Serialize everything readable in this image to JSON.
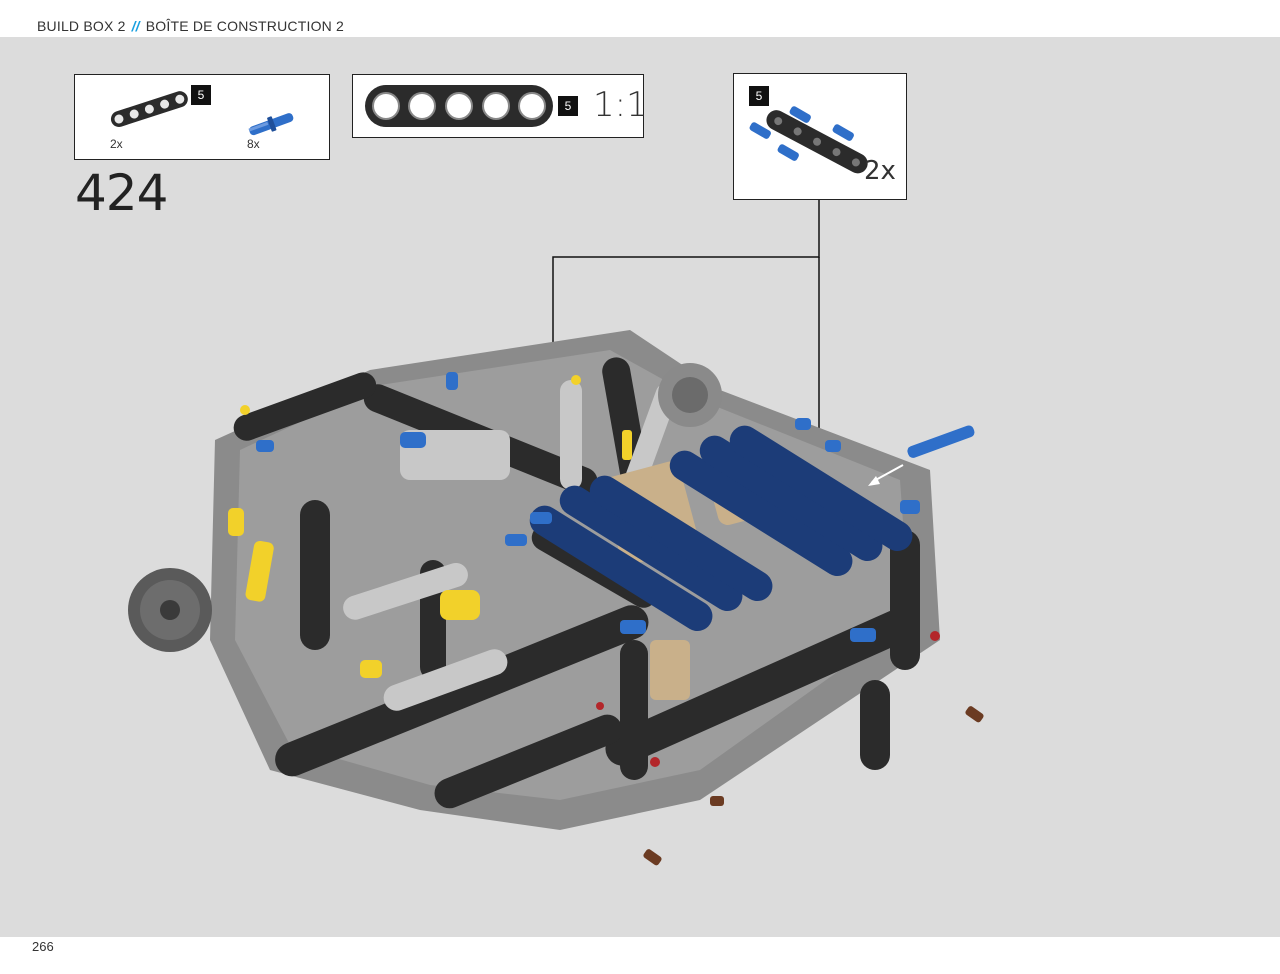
{
  "header": {
    "left": "BUILD BOX 2",
    "separator": "//",
    "right": "BOÎTE DE CONSTRUCTION 2"
  },
  "step": {
    "number": "424"
  },
  "parts_list": {
    "items": [
      {
        "part": "beam-5",
        "badge": "5",
        "qty": "2x",
        "color": "#2b2b2b"
      },
      {
        "part": "blue-pin",
        "qty": "8x",
        "color": "#2f6fc9"
      }
    ]
  },
  "scale_callout": {
    "badge": "5",
    "ratio": "1:1"
  },
  "subassembly": {
    "badge": "5",
    "multiplier": "2x"
  },
  "colors": {
    "accent": "#1aa0e0",
    "dark_blue": "#1c3c78",
    "beam": "#2b2b2b",
    "yellow": "#f2d12a"
  },
  "page": {
    "number": "266"
  }
}
